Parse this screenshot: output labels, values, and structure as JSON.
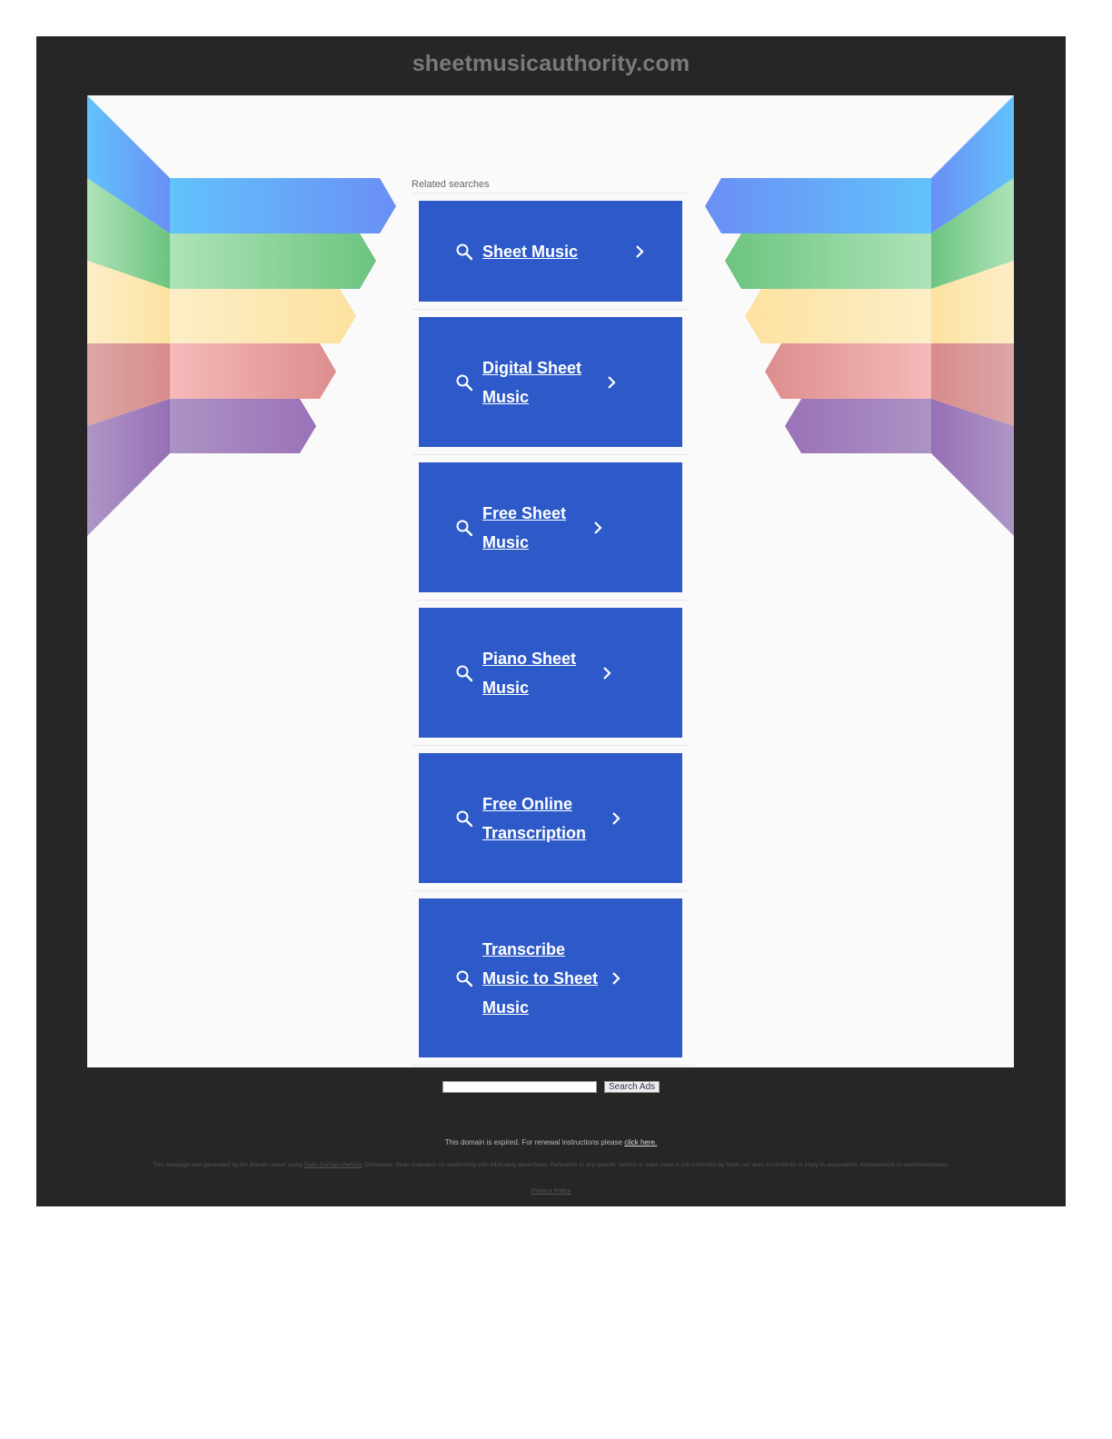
{
  "header": {
    "domain": "sheetmusicauthority.com"
  },
  "related": {
    "label": "Related searches",
    "items": [
      {
        "label": "Sheet Music",
        "icon": "search-icon"
      },
      {
        "label": "Digital Sheet Music",
        "icon": "search-icon"
      },
      {
        "label": "Free Sheet Music",
        "icon": "search-icon"
      },
      {
        "label": "Piano Sheet Music",
        "icon": "search-icon"
      },
      {
        "label": "Free Online Transcription",
        "icon": "search-icon"
      },
      {
        "label": "Transcribe Music to Sheet Music",
        "icon": "search-icon"
      }
    ]
  },
  "search": {
    "value": "",
    "button_label": "Search Ads"
  },
  "footer": {
    "expired_text": "This domain is expired. For renewal instructions please",
    "expired_link": "click here.",
    "disclaimer_pre": "This webpage was generated by the domain owner using",
    "disclaimer_link": "Sedo Domain Parking",
    "disclaimer_post": ". Disclaimer: Sedo maintains no relationship with third party advertisers. Reference to any specific service or trade mark is not controlled by Sedo nor does it constitute or imply its association, endorsement or recommendation.",
    "privacy_link": "Privacy Policy"
  },
  "colors": {
    "frame": "#262626",
    "panel": "#fafafa",
    "result_bg": "#2d5ac8",
    "stripe_blue": "#6a8ff5",
    "stripe_green": "#6cc480",
    "stripe_yellow": "#fde2a0",
    "stripe_red": "#dd8e8e",
    "stripe_purple": "#9b72b8"
  }
}
